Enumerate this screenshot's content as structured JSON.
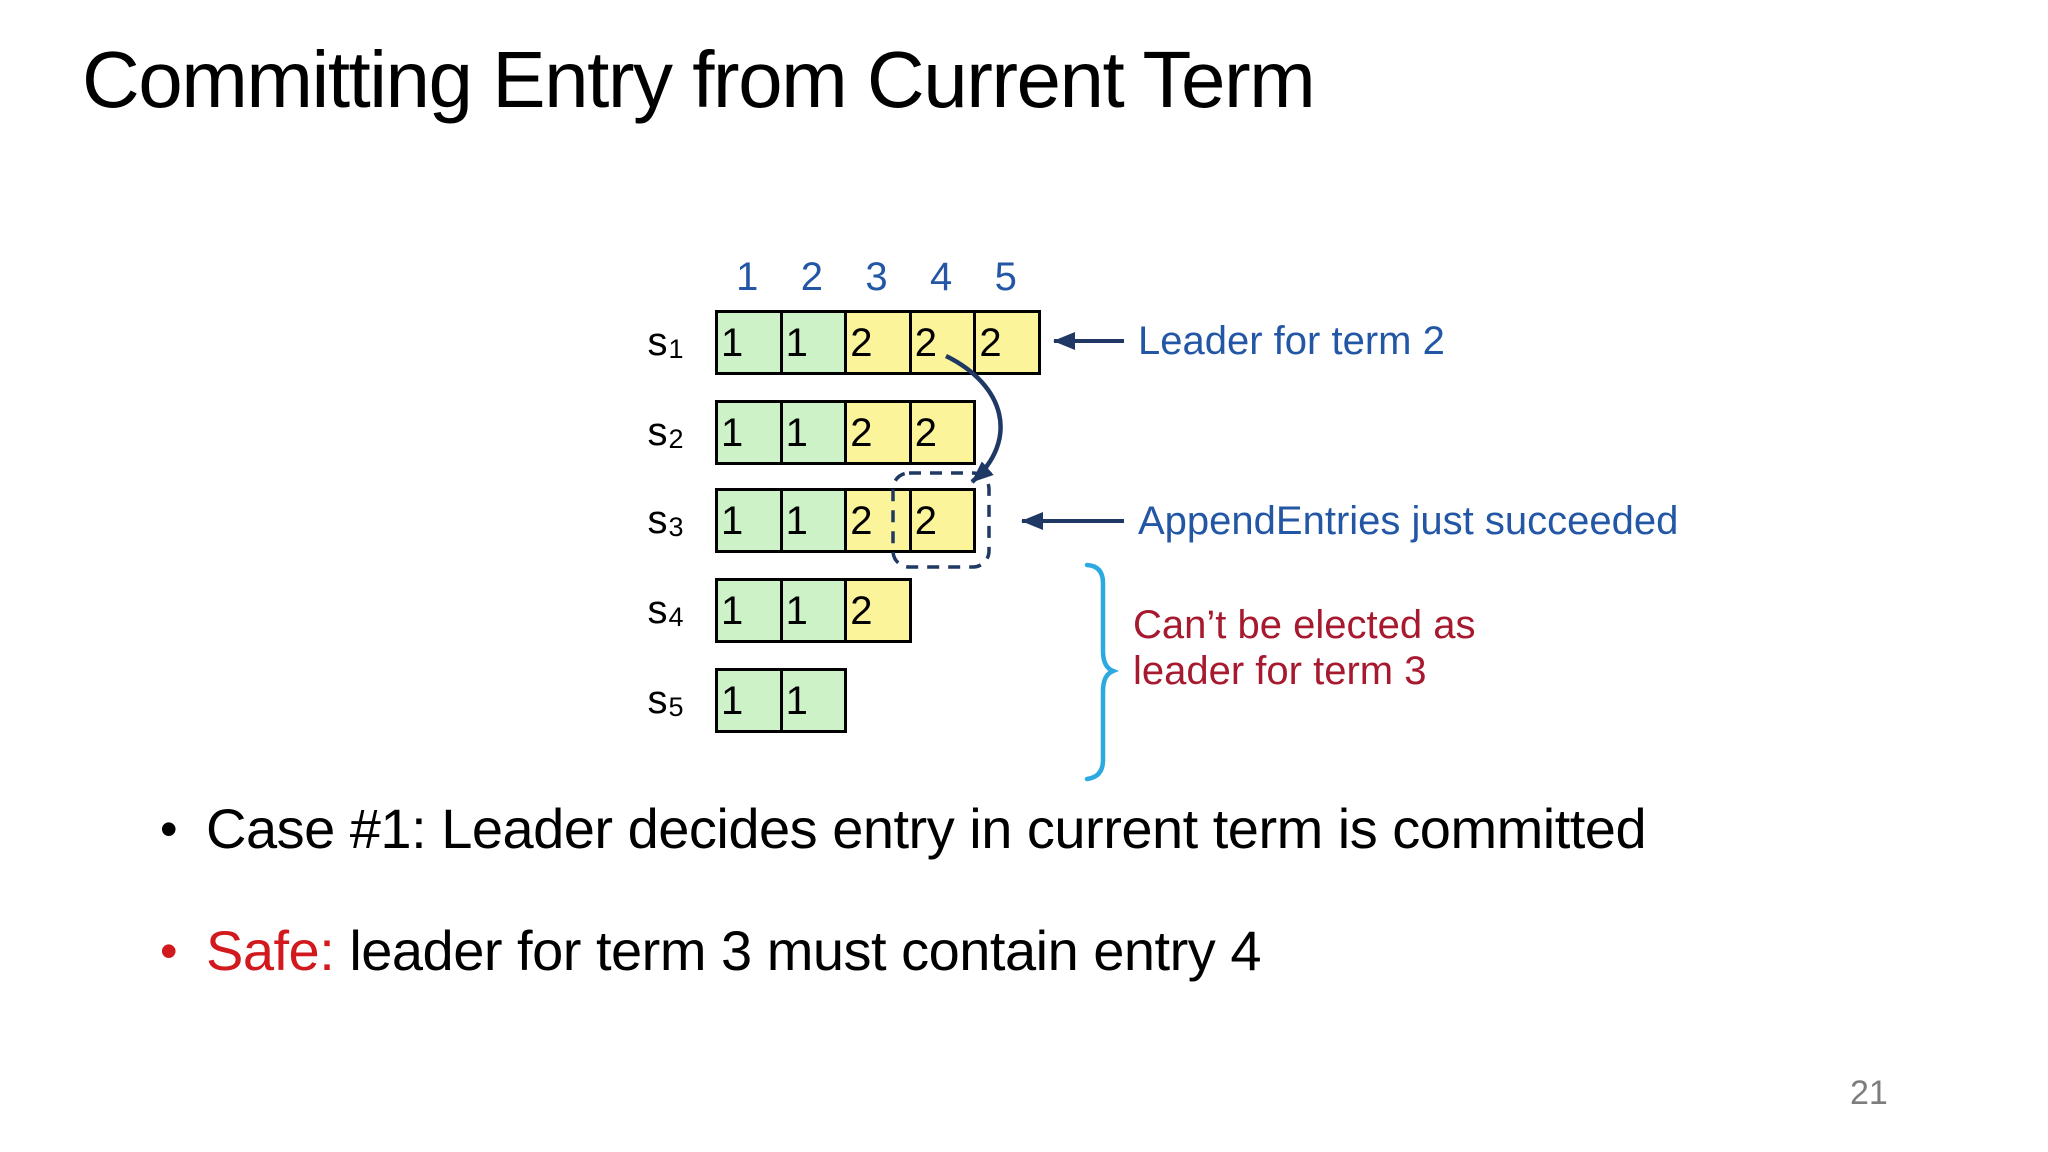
{
  "slide": {
    "title": "Committing Entry from Current Term",
    "page_number": "21"
  },
  "diagram": {
    "column_headers": [
      "1",
      "2",
      "3",
      "4",
      "5"
    ],
    "servers": [
      {
        "name": "s",
        "sub": "1",
        "entries": [
          {
            "term": "1",
            "fill": "green"
          },
          {
            "term": "1",
            "fill": "green"
          },
          {
            "term": "2",
            "fill": "yellow"
          },
          {
            "term": "2",
            "fill": "yellow"
          },
          {
            "term": "2",
            "fill": "yellow"
          }
        ]
      },
      {
        "name": "s",
        "sub": "2",
        "entries": [
          {
            "term": "1",
            "fill": "green"
          },
          {
            "term": "1",
            "fill": "green"
          },
          {
            "term": "2",
            "fill": "yellow"
          },
          {
            "term": "2",
            "fill": "yellow"
          }
        ]
      },
      {
        "name": "s",
        "sub": "3",
        "entries": [
          {
            "term": "1",
            "fill": "green"
          },
          {
            "term": "1",
            "fill": "green"
          },
          {
            "term": "2",
            "fill": "yellow"
          },
          {
            "term": "2",
            "fill": "yellow"
          }
        ]
      },
      {
        "name": "s",
        "sub": "4",
        "entries": [
          {
            "term": "1",
            "fill": "green"
          },
          {
            "term": "1",
            "fill": "green"
          },
          {
            "term": "2",
            "fill": "yellow"
          }
        ]
      },
      {
        "name": "s",
        "sub": "5",
        "entries": [
          {
            "term": "1",
            "fill": "green"
          },
          {
            "term": "1",
            "fill": "green"
          }
        ]
      }
    ],
    "annotations": [
      {
        "id": "leader",
        "text": "Leader for term 2"
      },
      {
        "id": "append",
        "text": "AppendEntries just succeeded"
      },
      {
        "id": "cant",
        "lines": [
          "Can’t be elected as",
          "leader for term 3"
        ]
      }
    ],
    "colors": {
      "green": "#CEF2C8",
      "yellow": "#FBF49B",
      "cell_border": "#000000",
      "navy": "#1F3864",
      "blue": "#2357A5",
      "red_dark": "#A6192E",
      "red_bright": "#D2191E",
      "cyan": "#2BA9E0"
    }
  },
  "bullets": [
    {
      "marker": "•",
      "highlight": "",
      "text": "Case #1: Leader decides entry in current term is committed"
    },
    {
      "marker": "•",
      "highlight": "Safe:",
      "text": " leader for term 3 must contain entry 4"
    }
  ]
}
